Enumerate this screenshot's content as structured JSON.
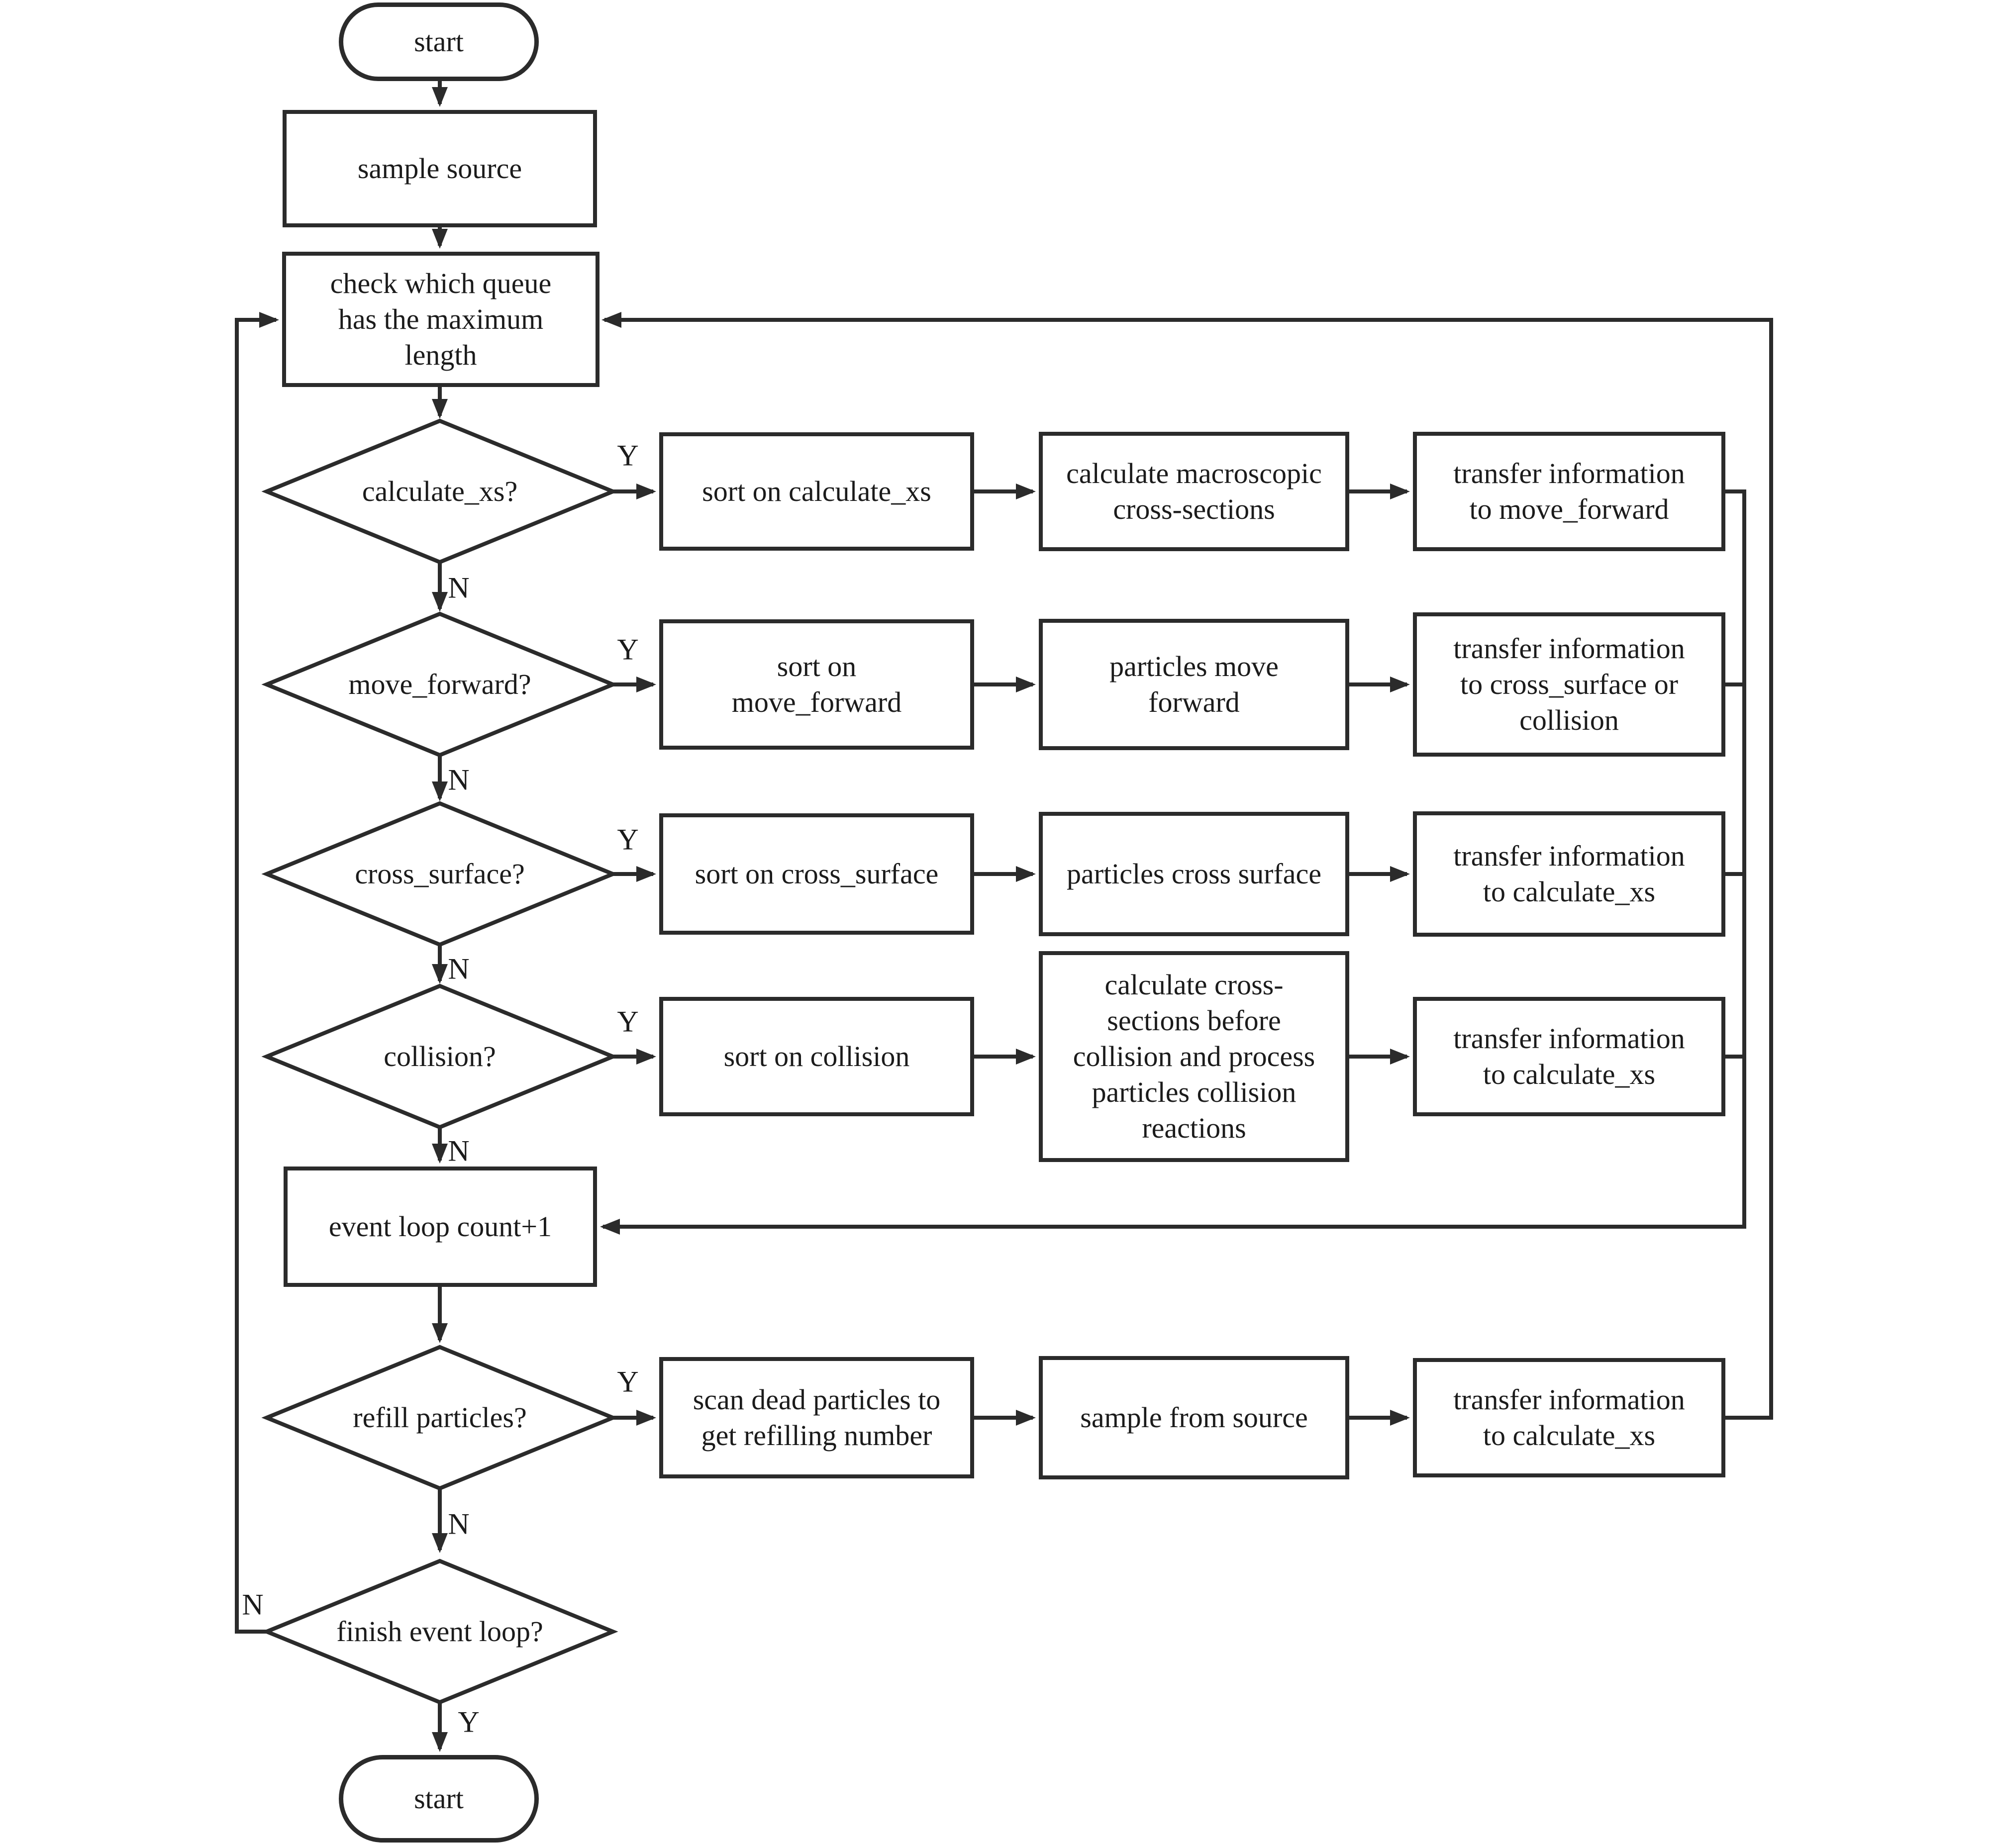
{
  "colors": {
    "line": "#2b2b2b",
    "text": "#1b1b1b",
    "background": "#ffffff"
  },
  "labels": {
    "yes": "Y",
    "no": "N"
  },
  "nodes": {
    "start_top": "start",
    "sample_source": "sample source",
    "check_queue": "check which queue\nhas the maximum\nlength",
    "q_calculate_xs": "calculate_xs?",
    "sort_calculate_xs": "sort on calculate_xs",
    "calc_macroscopic": "calculate macroscopic\ncross-sections",
    "transfer_move_forward": "transfer information\nto move_forward",
    "q_move_forward": "move_forward?",
    "sort_move_forward": "sort on\nmove_forward",
    "particles_move_forward": "particles move\nforward",
    "transfer_cross_surface_collision": "transfer information\nto cross_surface or\ncollision",
    "q_cross_surface": "cross_surface?",
    "sort_cross_surface": "sort on cross_surface",
    "particles_cross_surface": "particles cross surface",
    "transfer_calculate_xs_row3": "transfer information\nto calculate_xs",
    "q_collision": "collision?",
    "sort_collision": "sort on collision",
    "calc_before_collision": "calculate cross-\nsections before\ncollision and process\nparticles collision\nreactions",
    "transfer_calculate_xs_row4": "transfer information\nto calculate_xs",
    "event_loop_count": "event loop count+1",
    "q_refill": "refill particles?",
    "scan_dead_particles": "scan dead particles to\nget refilling number",
    "sample_from_source": "sample from source",
    "transfer_calculate_xs_refill": "transfer information\nto calculate_xs",
    "q_finish": "finish event loop?",
    "start_bottom": "start"
  }
}
